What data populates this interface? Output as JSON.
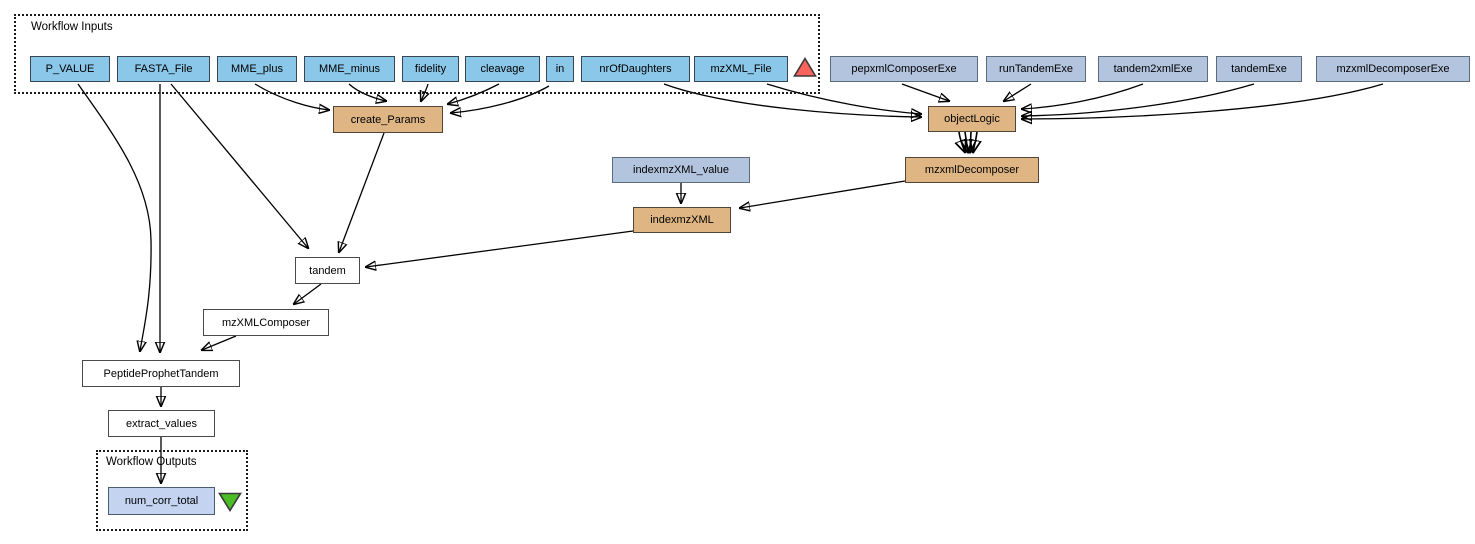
{
  "groups": {
    "inputs_title": "Workflow Inputs",
    "outputs_title": "Workflow Outputs"
  },
  "nodes": {
    "p_value": {
      "label": "P_VALUE",
      "type": "workflow-input-port"
    },
    "fasta_file": {
      "label": "FASTA_File",
      "type": "workflow-input-port"
    },
    "mme_plus": {
      "label": "MME_plus",
      "type": "workflow-input-port"
    },
    "mme_minus": {
      "label": "MME_minus",
      "type": "workflow-input-port"
    },
    "fidelity": {
      "label": "fidelity",
      "type": "workflow-input-port"
    },
    "cleavage": {
      "label": "cleavage",
      "type": "workflow-input-port"
    },
    "in": {
      "label": "in",
      "type": "workflow-input-port"
    },
    "nrofdaughters": {
      "label": "nrOfDaughters",
      "type": "workflow-input-port"
    },
    "mzxml_file": {
      "label": "mzXML_File",
      "type": "workflow-input-port"
    },
    "pepxmlcomposerexe": {
      "label": "pepxmlComposerExe",
      "type": "string-constant"
    },
    "runtandemexe": {
      "label": "runTandemExe",
      "type": "string-constant"
    },
    "tandem2xmlexe": {
      "label": "tandem2xmlExe",
      "type": "string-constant"
    },
    "tandemexe": {
      "label": "tandemExe",
      "type": "string-constant"
    },
    "mzxmldecomposerexe": {
      "label": "mzxmlDecomposerExe",
      "type": "string-constant"
    },
    "create_params": {
      "label": "create_Params",
      "type": "processor"
    },
    "objectlogic": {
      "label": "objectLogic",
      "type": "processor"
    },
    "mzxmldecomposer": {
      "label": "mzxmlDecomposer",
      "type": "processor"
    },
    "indexmzxml_value": {
      "label": "indexmzXML_value",
      "type": "string-constant"
    },
    "indexmzxml": {
      "label": "indexmzXML",
      "type": "processor"
    },
    "tandem": {
      "label": "tandem",
      "type": "local-worker"
    },
    "mzxmlcomposer": {
      "label": "mzXMLComposer",
      "type": "local-worker"
    },
    "peptideprophettandem": {
      "label": "PeptideProphetTandem",
      "type": "local-worker"
    },
    "extract_values": {
      "label": "extract_values",
      "type": "local-worker"
    },
    "num_corr_total": {
      "label": "num_corr_total",
      "type": "workflow-output-port"
    }
  },
  "icons": {
    "input_marker": "red-up-triangle",
    "output_marker": "green-down-triangle"
  },
  "colors": {
    "edge_color": "#000000",
    "input_port_fill": "#8bc7e8",
    "constant_fill": "#b3c4de",
    "output_port_fill": "#c3d3f0",
    "processor_fill": "#dfb683",
    "local_worker_fill": "#ffffff",
    "input_marker_fill": "#f9635b",
    "output_marker_fill": "#4abd27"
  }
}
